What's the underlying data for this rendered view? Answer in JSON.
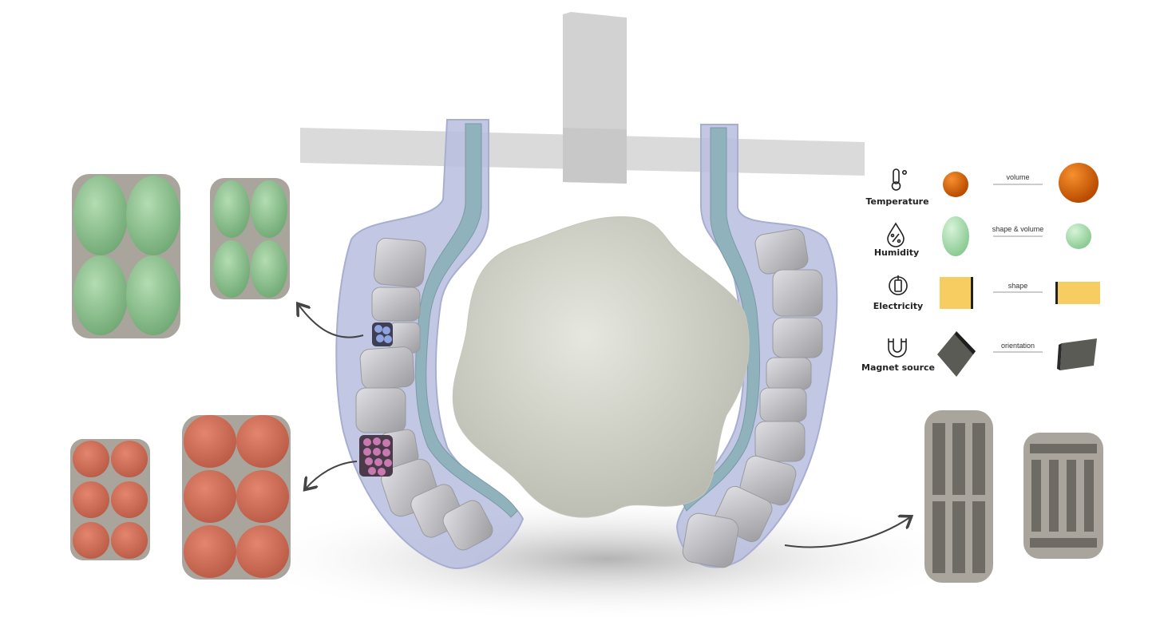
{
  "legend": {
    "rows": [
      {
        "stimulus": "Temperature",
        "icon": "thermometer-icon",
        "change": "volume",
        "color": "#e06a10"
      },
      {
        "stimulus": "Humidity",
        "icon": "humidity-drop-icon",
        "change": "shape & volume",
        "color": "#9ed8a4"
      },
      {
        "stimulus": "Electricity",
        "icon": "electricity-plug-icon",
        "change": "shape",
        "color": "#f7cd62"
      },
      {
        "stimulus": "Magnet source",
        "icon": "magnet-icon",
        "change": "orientation",
        "color": "#5b5b55"
      }
    ]
  },
  "colors": {
    "gripper_gel": "#b7bedf",
    "channel": "#8fb2bd",
    "pad": "#c9c8cc",
    "object": "#d8d9cf",
    "frame": "#dadada",
    "cell_green": "#8fc28f",
    "cell_red": "#d2705a",
    "cell_housing": "#a9a59c"
  }
}
